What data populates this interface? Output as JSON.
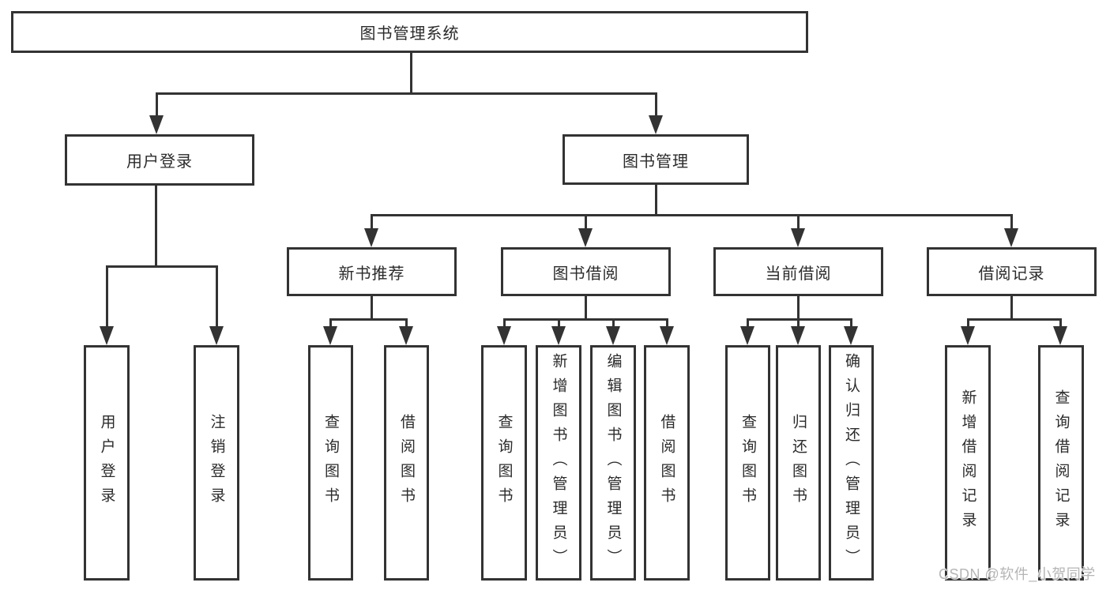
{
  "watermark": "CSDN @软件_小贺同学",
  "colors": {
    "line": "#333333",
    "text": "#2b2b2b",
    "watermark": "#b5b5b5",
    "background": "#ffffff"
  },
  "tree": {
    "root": "图书管理系统",
    "children": [
      {
        "label": "用户登录",
        "children": [
          {
            "label": "用户登录"
          },
          {
            "label": "注销登录"
          }
        ]
      },
      {
        "label": "图书管理",
        "children": [
          {
            "label": "新书推荐",
            "children": [
              {
                "label": "查询图书"
              },
              {
                "label": "借阅图书"
              }
            ]
          },
          {
            "label": "图书借阅",
            "children": [
              {
                "label": "查询图书"
              },
              {
                "label": "新增图书（管理员）"
              },
              {
                "label": "编辑图书（管理员）"
              },
              {
                "label": "借阅图书"
              }
            ]
          },
          {
            "label": "当前借阅",
            "children": [
              {
                "label": "查询图书"
              },
              {
                "label": "归还图书"
              },
              {
                "label": "确认归还（管理员）"
              }
            ]
          },
          {
            "label": "借阅记录",
            "children": [
              {
                "label": "新增借阅记录"
              },
              {
                "label": "查询借阅记录"
              }
            ]
          }
        ]
      }
    ]
  }
}
